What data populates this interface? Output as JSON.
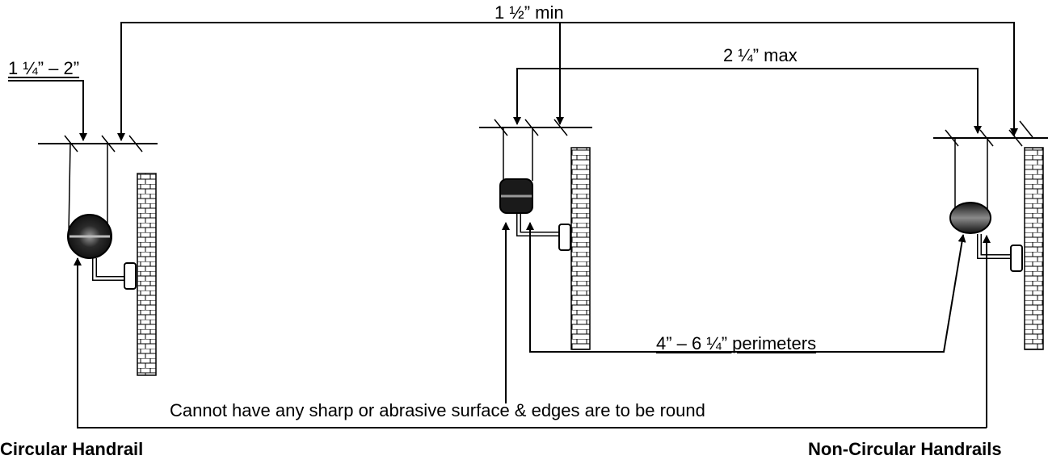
{
  "labels": {
    "min_clearance": "1 ½” min",
    "max_clearance": "2 ¼” max",
    "diameter_range": "1 ¼” – 2”",
    "perimeter_range": "4” – 6 ¼” perimeters",
    "surface_note": "Cannot have any sharp or abrasive surface & edges are to be round",
    "circular_title": "Circular Handrail",
    "noncircular_title": "Non-Circular Handrails"
  },
  "colors": {
    "line": "#000000",
    "rail_fill": "#1a1a1a",
    "rail_highlight": "#9a9a9a",
    "rail_shadow": "#b3b3b3",
    "brick_line": "#000000"
  },
  "icons": {
    "wall": "brick-wall",
    "bracket": "handrail-bracket"
  }
}
